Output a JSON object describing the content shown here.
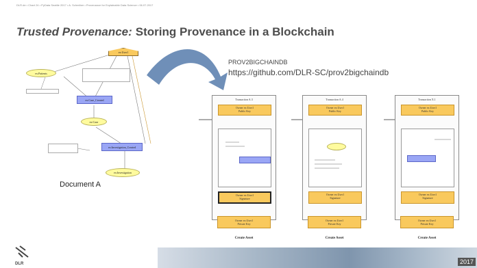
{
  "header": {
    "text": "DLR.de  •  Chart 24  •  PyData Seattle 2017  •  A. Schreiber  •  Provenance for Explainable Data Science  •  06.07.2017"
  },
  "title": {
    "italic": "Trusted Provenance:",
    "rest": "Storing Provenance in a Blockchain"
  },
  "repo": {
    "label": "PROV2BIGCHAINDB",
    "url": "https://github.com/DLR-SC/prov2bigchaindb"
  },
  "document_label": "Document A",
  "graph": {
    "user": "ex:User1",
    "patients": "ex:Patients",
    "case_created": "ex:Case_Created",
    "case": "ex:Case",
    "investigation_created": "ex:Investigation_Created",
    "investigation": "ex:Investigation"
  },
  "transactions": [
    {
      "title": "Transaction A.3",
      "public": [
        "Owner ex:User1",
        "Public Key"
      ],
      "signature": [
        "Owner ex:User1",
        "Signature"
      ],
      "private": [
        "Owner ex:User1",
        "Private Key"
      ],
      "create": "Create Asset"
    },
    {
      "title": "Transaction A.4",
      "public": [
        "Owner ex:User1",
        "Public Key"
      ],
      "signature": [
        "Owner ex:User1",
        "Signature"
      ],
      "private": [
        "Owner ex:User1",
        "Private Key"
      ],
      "create": "Create Asset"
    },
    {
      "title": "Transaction X.1",
      "public": [
        "Owner ex:User1",
        "Public Key"
      ],
      "signature": [
        "Owner ex:User1",
        "Signature"
      ],
      "private": [
        "Owner ex:User1",
        "Private Key"
      ],
      "create": "Create Asset"
    }
  ],
  "footer": {
    "year": "2017",
    "logo_text": "DLR"
  },
  "colors": {
    "orange": "#f9c95d",
    "yellow": "#fffb9e",
    "blue": "#9aa6f5",
    "arrow": "#6f8fb8"
  }
}
